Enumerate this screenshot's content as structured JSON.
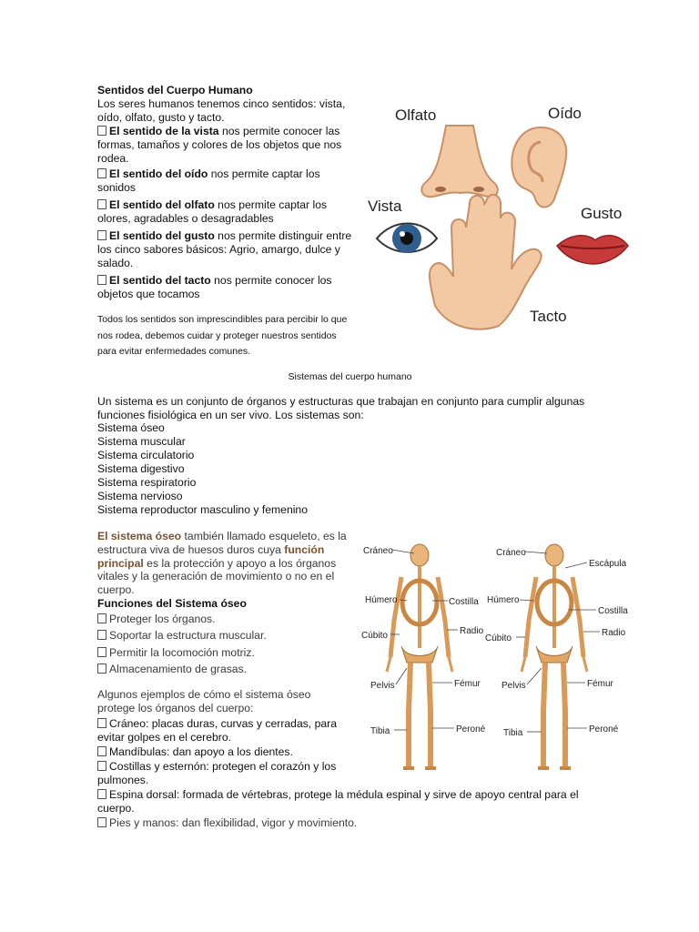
{
  "senses": {
    "title": "Sentidos del Cuerpo Humano",
    "intro": "Los seres humanos tenemos cinco sentidos: vista, oído, olfato, gusto y tacto.",
    "items": [
      {
        "bold": "El sentido de la vista",
        "rest": " nos permite conocer las formas, tamaños y colores de los objetos que nos rodea."
      },
      {
        "bold": "El sentido del oído",
        "rest": " nos permite captar los sonidos"
      },
      {
        "bold": "El sentido del olfato",
        "rest": " nos permite captar los olores, agradables o desagradables"
      },
      {
        "bold": "El sentido del gusto",
        "rest": " nos permite distinguir entre los cinco sabores básicos: Agrio, amargo, dulce y salado."
      },
      {
        "bold": "El sentido del tacto",
        "rest": " nos permite conocer los objetos que tocamos"
      }
    ],
    "closing": "Todos los sentidos son imprescindibles para percibir lo que nos rodea, debemos cuidar y proteger nuestros sentidos para evitar enfermedades comunes.",
    "figure_labels": {
      "olfato": "Olfato",
      "oido": "Oído",
      "vista": "Vista",
      "gusto": "Gusto",
      "tacto": "Tacto"
    }
  },
  "systems": {
    "heading": "Sistemas del cuerpo humano",
    "intro": "Un sistema es un conjunto de órganos y estructuras que trabajan en conjunto para cumplir algunas funciones fisiológica en un ser vivo. Los sistemas son:",
    "list": [
      "Sistema óseo",
      "Sistema muscular",
      "Sistema circulatorio",
      "Sistema digestivo",
      "Sistema respiratorio",
      "Sistema nervioso",
      "Sistema reproductor masculino y femenino"
    ]
  },
  "bone": {
    "p1": {
      "b1": "El sistema óseo",
      "t1": " también llamado esqueleto, es la estructura viva de huesos duros cuya ",
      "b2": "función principal",
      "t2": " es la protección y apoyo a los órganos vitales y la generación de movimiento o no en el cuerpo."
    },
    "functions_title": "Funciones del Sistema óseo",
    "functions": [
      "Proteger los órganos.",
      "Soportar la estructura muscular.",
      "Permitir la locomoción motriz.",
      "Almacenamiento de grasas."
    ],
    "examples_intro": "Algunos ejemplos de cómo el sistema óseo protege los órganos del cuerpo:",
    "examples": [
      {
        "name": "Cráneo",
        "rest": ": placas duras, curvas y cerradas, para evitar golpes en el cerebro."
      },
      {
        "name": "Mandíbulas",
        "rest": ": dan apoyo a los dientes."
      },
      {
        "name": "Costillas y esternón",
        "rest": ": protegen el corazón y los pulmones."
      },
      {
        "name": "Espina dorsal",
        "rest": ": formada de vértebras, protege la médula espinal y sirve de apoyo central para el cuerpo."
      },
      {
        "name": "Pies y manos",
        "rest": ": dan flexibilidad, vigor y movimiento."
      }
    ],
    "front_labels": [
      "Cráneo",
      "Húmero",
      "Costilla",
      "Radio",
      "Cúbito",
      "Pelvis",
      "Fémur",
      "Tibia",
      "Peroné"
    ],
    "back_labels": [
      "Cráneo",
      "Escápula",
      "Húmero",
      "Costilla",
      "Radio",
      "Cúbito",
      "Pelvis",
      "Fémur",
      "Tibia",
      "Peroné"
    ]
  }
}
